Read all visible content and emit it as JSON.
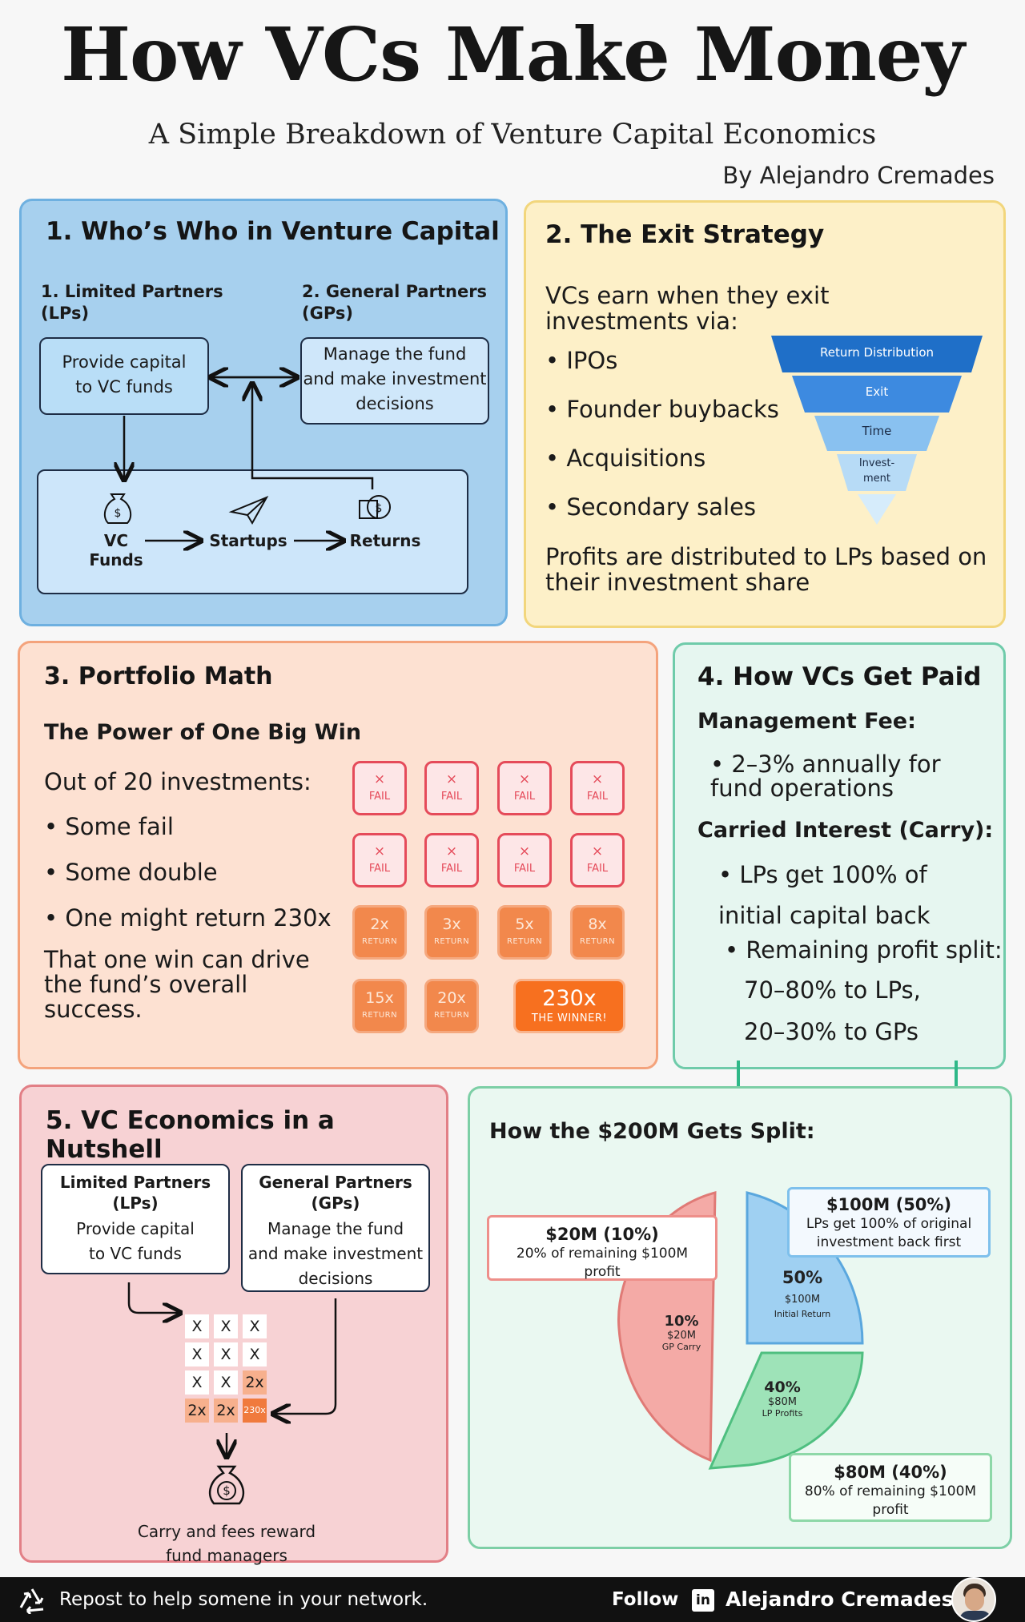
{
  "header": {
    "title": "How VCs Make Money",
    "subtitle": "A Simple Breakdown of Venture Capital Economics",
    "byline": "By Alejandro Cremades"
  },
  "section1": {
    "title": "1. Who’s Who in Venture Capital",
    "lp_heading": "1. Limited Partners\n(LPs)",
    "gp_heading": "2. General Partners\n(GPs)",
    "lp_box": "Provide capital\nto VC funds",
    "gp_box": "Manage the fund\nand make investment\ndecisions",
    "flow": [
      "VC\nFunds",
      "Startups",
      "Returns"
    ]
  },
  "section2": {
    "title": "2. The Exit Strategy",
    "intro": "VCs earn when they exit investments via:",
    "bullets": [
      "IPOs",
      "Founder buybacks",
      "Acquisitions",
      "Secondary sales"
    ],
    "funnel": [
      "Return Distribution",
      "Exit",
      "Time",
      "Invest-\nment"
    ],
    "footer": "Profits are distributed to LPs based on their investment share"
  },
  "section3": {
    "title": "3. Portfolio Math",
    "subtitle": "The Power of One Big Win",
    "intro": "Out of 20 investments:",
    "bullets": [
      "Some fail",
      "Some double",
      "One might return 230x"
    ],
    "footer": "That one win can drive the fund’s overall success.",
    "fail_symbol": "×",
    "fail_label": "FAIL",
    "return_label": "RETURN",
    "returns": [
      "2x",
      "3x",
      "5x",
      "8x",
      "15x",
      "20x"
    ],
    "winner_value": "230x",
    "winner_label": "THE WINNER!"
  },
  "section4": {
    "title": "4. How VCs Get Paid",
    "mgmt_heading": "Management Fee:",
    "mgmt_bullet": "2–3% annually for fund operations",
    "carry_heading": "Carried Interest (Carry):",
    "carry_bullet1": "LPs get 100% of initial capital back",
    "carry_bullet2": "Remaining profit split:",
    "carry_line1": "70–80% to LPs,",
    "carry_line2": "20–30% to GPs"
  },
  "section5": {
    "title": "5. VC Economics in a Nutshell",
    "lp_box_title": "Limited Partners\n(LPs)",
    "lp_box_text": "Provide capital\nto VC funds",
    "gp_box_title": "General Partners\n(GPs)",
    "gp_box_text": "Manage the fund\nand make investment\ndecisions",
    "grid": [
      "X",
      "X",
      "X",
      "X",
      "X",
      "X",
      "X",
      "X",
      "2x",
      "2x",
      "2x",
      "230x"
    ],
    "footer": "Carry and fees reward\nfund managers"
  },
  "section6": {
    "title": "How the $200M Gets Split:",
    "callout_gp_big": "$20M (10%)",
    "callout_gp_small": "20% of remaining $100M\nprofit",
    "callout_init_big": "$100M (50%)",
    "callout_init_small": "LPs get 100% of original\ninvestment back first",
    "callout_lp_big": "$80M (40%)",
    "callout_lp_small": "80% of remaining $100M\nprofit",
    "slice_gp": {
      "pct": "10%",
      "amt": "$20M",
      "lbl": "GP Carry"
    },
    "slice_init": {
      "pct": "50%",
      "amt": "$100M",
      "lbl": "Initial Return"
    },
    "slice_lp": {
      "pct": "40%",
      "amt": "$80M",
      "lbl": "LP Profits"
    }
  },
  "footer": {
    "repost": "Repost to help somene in your network.",
    "follow": "Follow",
    "name": "Alejandro Cremades"
  },
  "colors": {
    "blue_panel": "#a7d0ee",
    "yellow_panel": "#fdf0c8",
    "orange_panel": "#fde1d2",
    "green_panel": "#e6f6f0",
    "pink_panel": "#f7d2d4",
    "fail_red": "#e54b5a",
    "return_orange": "#f2884c",
    "winner_orange": "#f7701f"
  }
}
